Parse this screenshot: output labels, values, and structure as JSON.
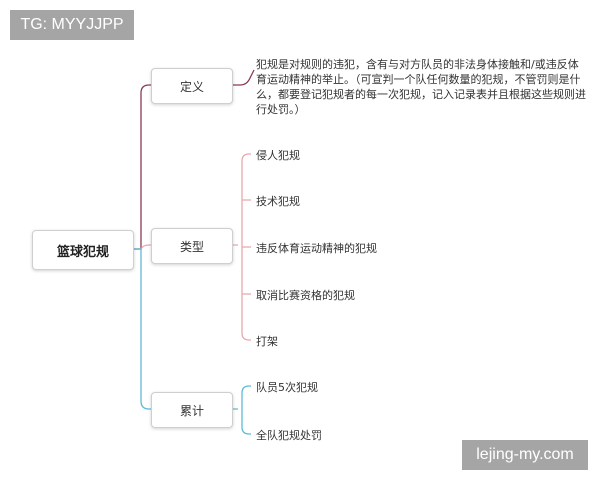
{
  "watermarks": {
    "top_left": "TG: MYYJJPP",
    "bottom_right": "lejing-my.com"
  },
  "root": {
    "label": "篮球犯规"
  },
  "branches": {
    "definition": {
      "label": "定义",
      "color": "#8a3b52",
      "text": "犯规是对规则的违犯，含有与对方队员的非法身体接触和/或违反体育运动精神的举止。（可宣判一个队任何数量的犯规，不管罚则是什么，都要登记犯规者的每一次犯规，记入记录表并且根据这些规则进行处罚。）"
    },
    "types": {
      "label": "类型",
      "color": "#e8a8ad",
      "items": [
        "侵人犯规",
        "技术犯规",
        "违反体育运动精神的犯规",
        "取消比赛资格的犯规",
        "打架"
      ]
    },
    "accumulation": {
      "label": "累计",
      "color": "#5bbad6",
      "items": [
        "队员5次犯规",
        "全队犯规处罚"
      ]
    }
  }
}
